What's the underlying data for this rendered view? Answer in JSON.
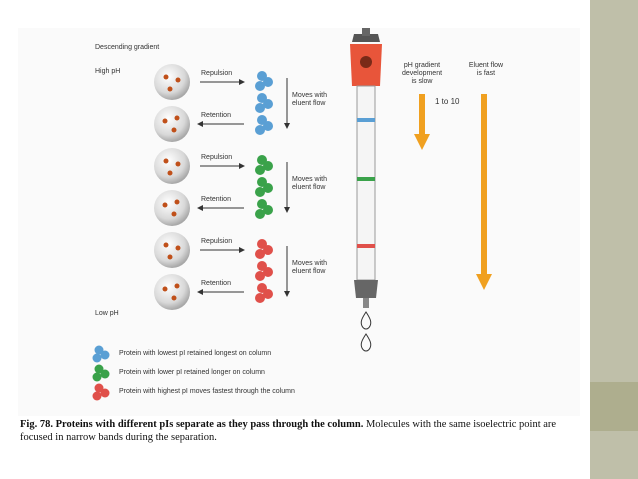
{
  "labels": {
    "descending_gradient": "Descending gradient",
    "high_ph": "High pH",
    "low_ph": "Low pH",
    "repulsion": "Repulsion",
    "retention": "Retention",
    "moves_with": "Moves with",
    "eluent_flow": "eluent flow",
    "ph_gradient_1": "pH gradient",
    "ph_gradient_2": "development",
    "ph_gradient_3": "is slow",
    "eluent_flow_title_1": "Eluent flow",
    "eluent_flow_title_2": "is fast",
    "ratio": "1 to 10"
  },
  "legend": [
    {
      "text": "Protein with lowest pI retained longest on column",
      "color": "#5a9fd4"
    },
    {
      "text": "Protein with lower pI retained longer on column",
      "color": "#3aa24a"
    },
    {
      "text": "Protein with highest pI moves fastest through the column",
      "color": "#e0504a"
    }
  ],
  "caption": {
    "fig": "Fig. 78.",
    "bold_text": "Proteins with different pIs separate as they pass through the column.",
    "rest": "Molecules with the same isoelectric point are focused in narrow bands during the separation."
  },
  "colors": {
    "blue": "#5a9fd4",
    "green": "#3aa24a",
    "red": "#e0504a",
    "orange": "#f0a020",
    "column_cap": "#e8553a"
  }
}
